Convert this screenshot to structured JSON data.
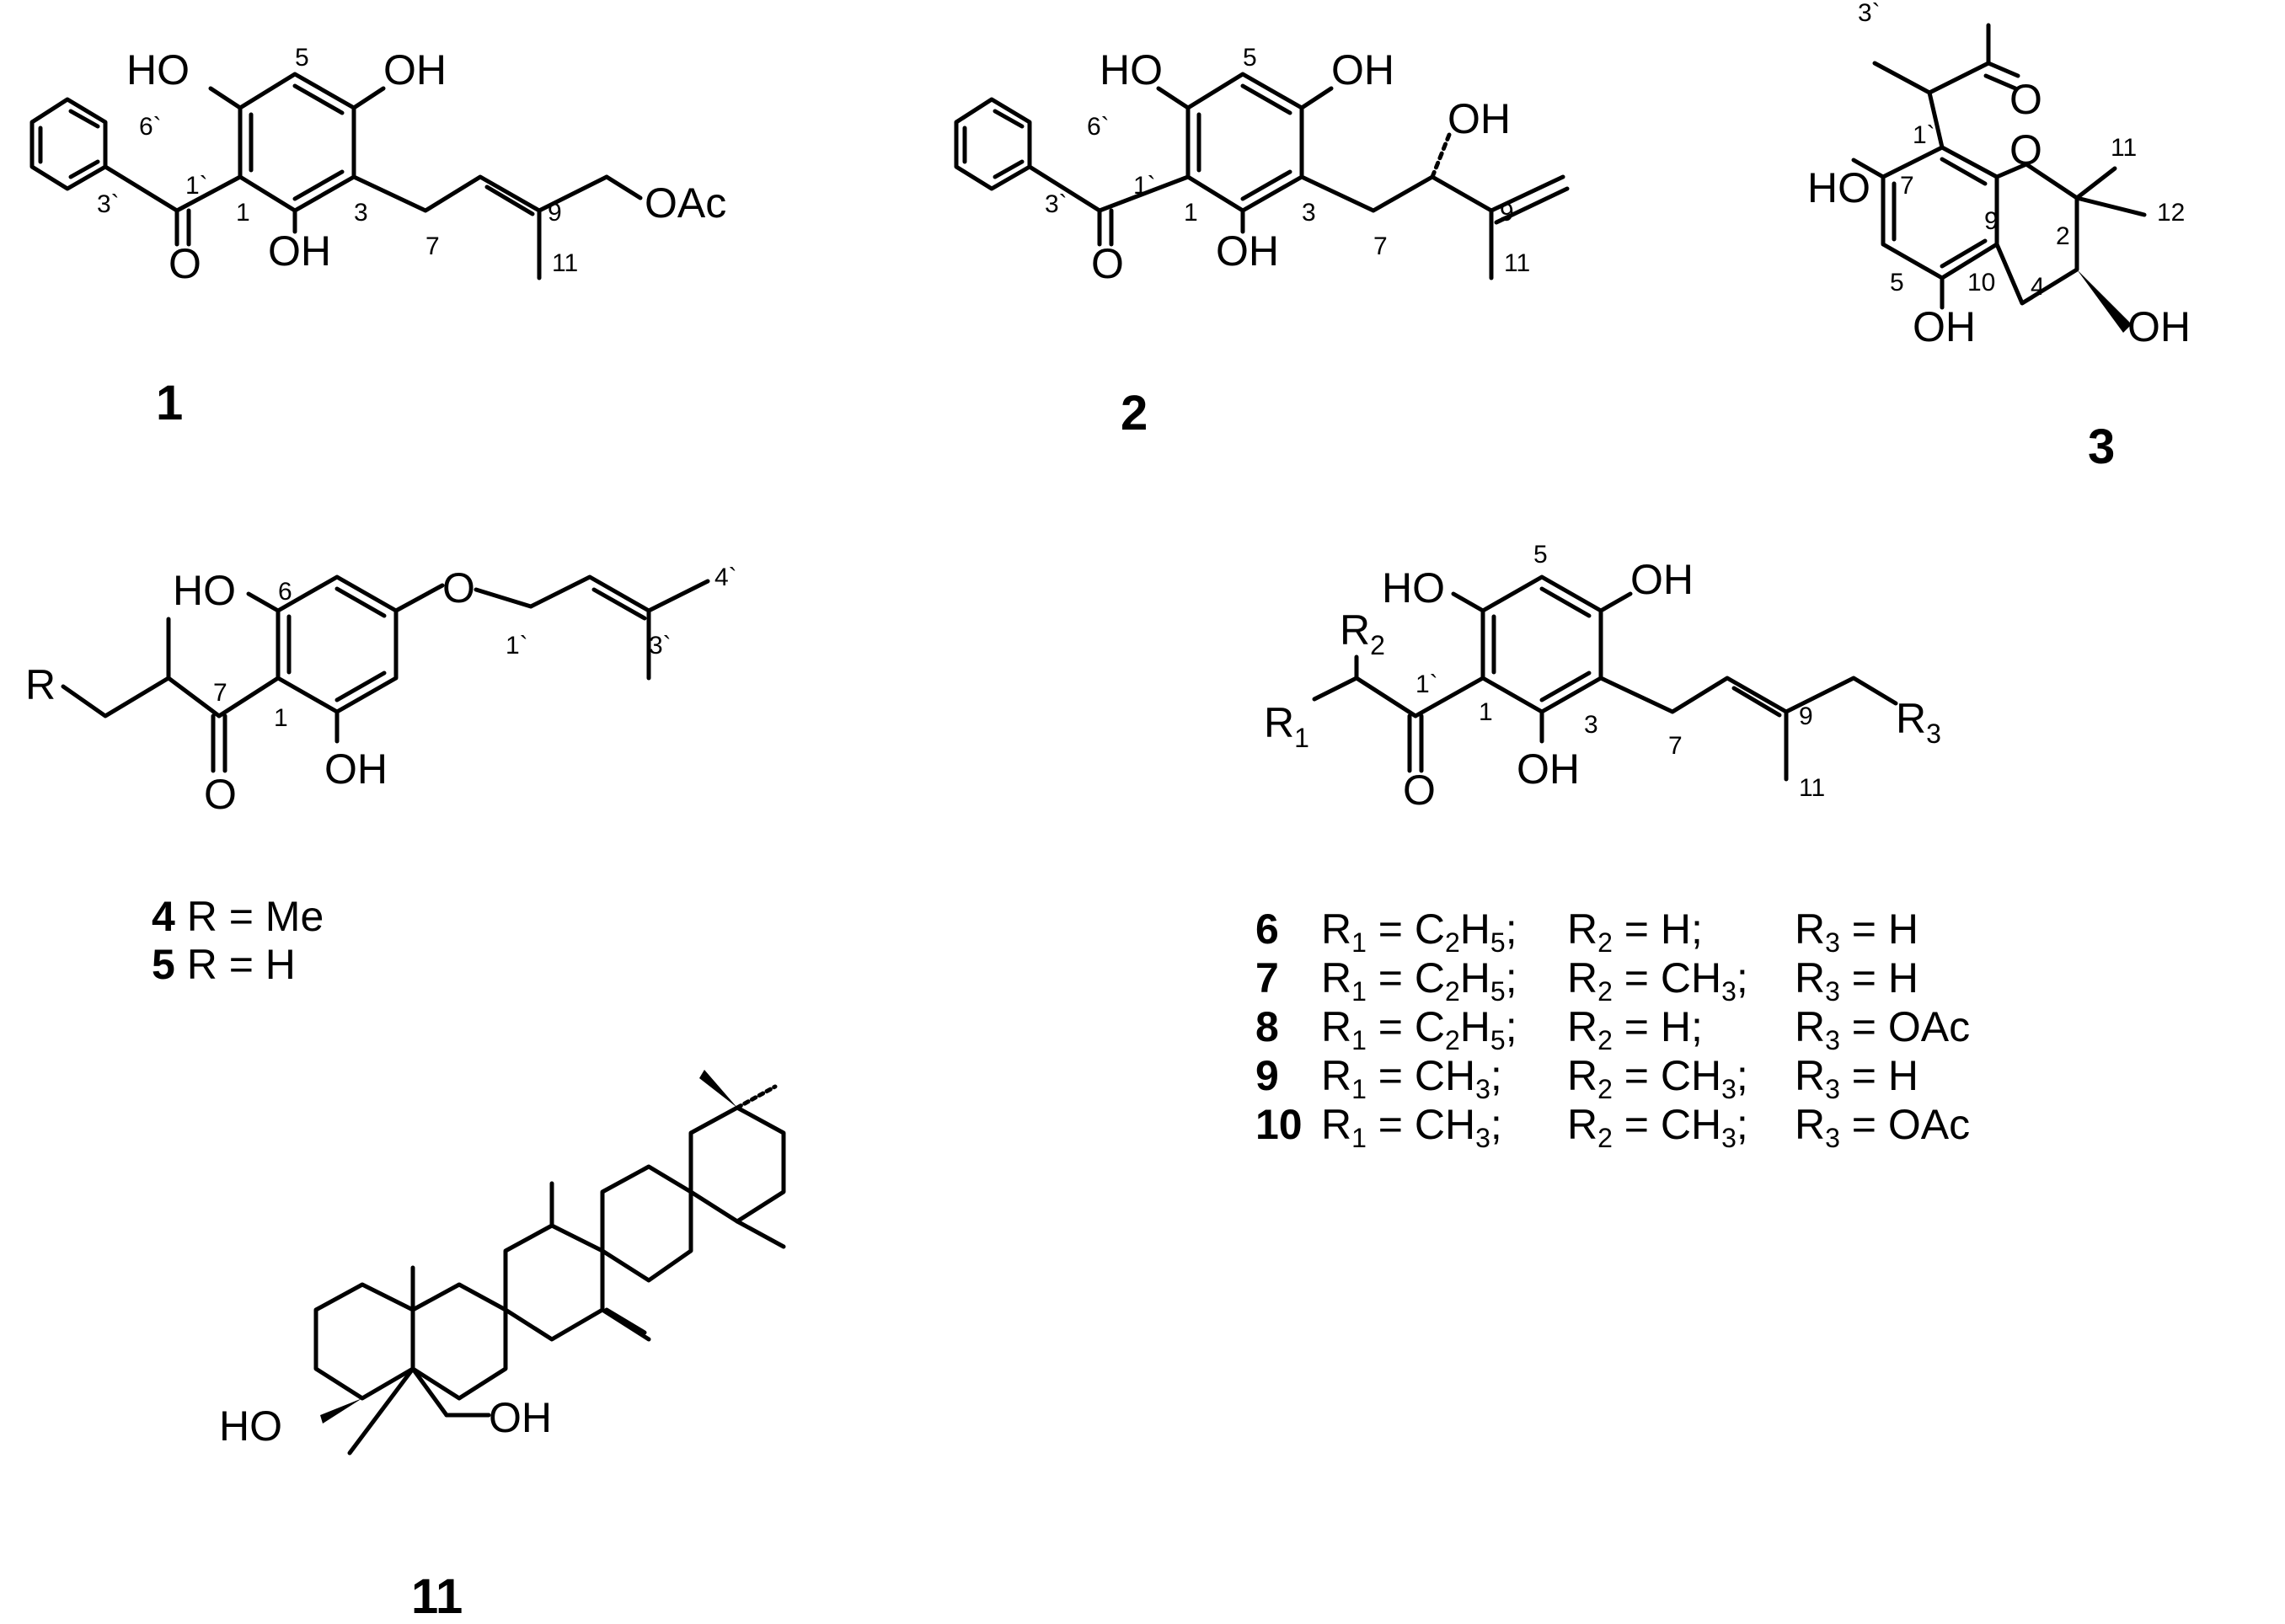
{
  "compounds": {
    "c1": {
      "id": "1",
      "oh_top_left": "HO",
      "oh_top_right": "OH",
      "oh_bottom": "OH",
      "carbonyl_o": "O",
      "oac": "OAc",
      "n5": "5",
      "n6p": "6`",
      "n1p": "1`",
      "n3p": "3`",
      "n1": "1",
      "n3": "3",
      "n7": "7",
      "n9": "9",
      "n11": "11"
    },
    "c2": {
      "id": "2",
      "oh_top_left": "HO",
      "oh_top_right": "OH",
      "oh_bottom": "OH",
      "oh_side": "OH",
      "carbonyl_o": "O",
      "n5": "5",
      "n6p": "6`",
      "n1p": "1`",
      "n3p": "3`",
      "n1": "1",
      "n3": "3",
      "n7": "7",
      "n9": "9",
      "n11": "11"
    },
    "c3": {
      "id": "3",
      "oh_left": "HO",
      "oh_bottom": "OH",
      "oh_right": "OH",
      "ring_o": "O",
      "carbonyl_o": "O",
      "n3p": "3`",
      "n1p": "1`",
      "n7": "7",
      "n9": "9",
      "n11": "11",
      "n2": "2",
      "n12": "12",
      "n5": "5",
      "n10": "10",
      "n4": "4"
    },
    "c45": {
      "oh_top": "HO",
      "oh_bottom": "OH",
      "ether_o": "O",
      "carbonyl_o": "O",
      "r": "R",
      "n6": "6",
      "n7": "7",
      "n1": "1",
      "n1p": "1`",
      "n3p": "3`",
      "n4p": "4`",
      "legend": [
        {
          "id": "4",
          "text": " R = Me"
        },
        {
          "id": "5",
          "text": " R = H"
        }
      ]
    },
    "c610": {
      "oh_top_left": "HO",
      "oh_top_right": "OH",
      "oh_bottom": "OH",
      "carbonyl_o": "O",
      "r1": "R",
      "r1_sub": "1",
      "r2": "R",
      "r2_sub": "2",
      "r3": "R",
      "r3_sub": "3",
      "n5": "5",
      "n1p": "1`",
      "n1": "1",
      "n3": "3",
      "n7": "7",
      "n9": "9",
      "n11": "11",
      "legend": [
        {
          "id": "6",
          "r1": "C2H5",
          "r2": "H",
          "r3": "H"
        },
        {
          "id": "7",
          "r1": "C2H5",
          "r2": "CH3",
          "r3": "H"
        },
        {
          "id": "8",
          "r1": "C2H5",
          "r2": "H",
          "r3": "OAc"
        },
        {
          "id": "9",
          "r1": "CH3",
          "r2": "CH3",
          "r3": "H"
        },
        {
          "id": "10",
          "r1": "CH3",
          "r2": "CH3",
          "r3": "OAc"
        }
      ]
    },
    "c11": {
      "id": "11",
      "oh_left": "HO",
      "oh_right": "OH"
    }
  }
}
